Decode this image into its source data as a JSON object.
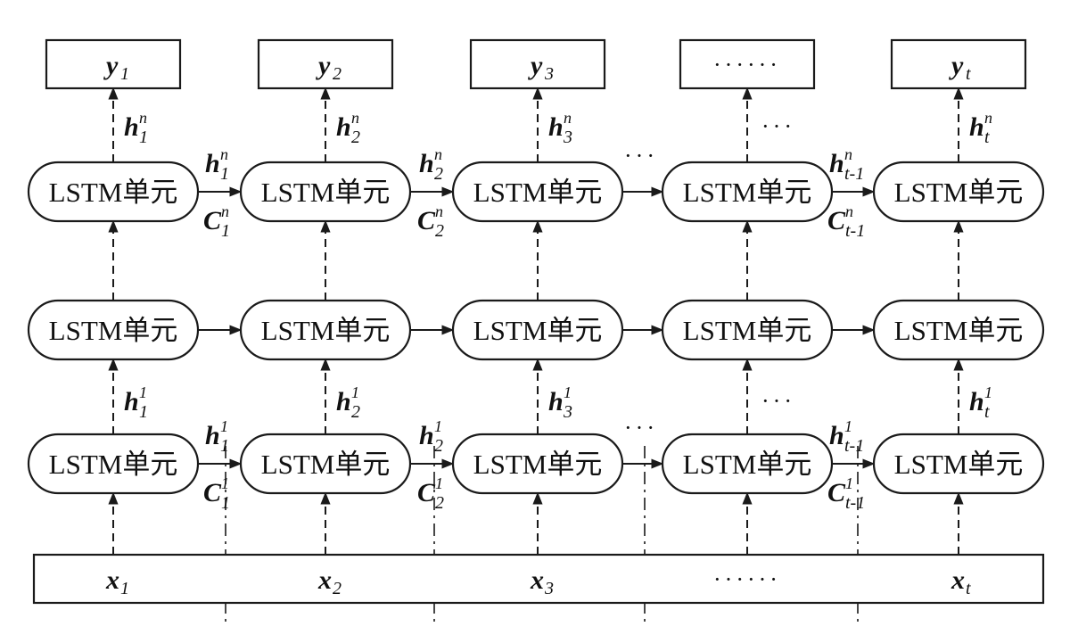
{
  "diagram": {
    "cell_label": "LSTM单元",
    "ellipsis_long": "······",
    "ellipsis_short": "···",
    "outputs": [
      {
        "v": "y",
        "s": "1"
      },
      {
        "v": "y",
        "s": "2"
      },
      {
        "v": "y",
        "s": "3"
      },
      {
        "v": "",
        "s": "",
        "dots": true
      },
      {
        "v": "y",
        "s": "t"
      }
    ],
    "inputs": [
      {
        "v": "x",
        "s": "1"
      },
      {
        "v": "x",
        "s": "2"
      },
      {
        "v": "x",
        "s": "3"
      },
      {
        "v": "",
        "s": "",
        "dots": true
      },
      {
        "v": "x",
        "s": "t"
      }
    ],
    "top_vertical_labels": [
      {
        "v": "h",
        "s": "1",
        "p": "n"
      },
      {
        "v": "h",
        "s": "2",
        "p": "n"
      },
      {
        "v": "h",
        "s": "3",
        "p": "n"
      },
      {
        "dots": true
      },
      {
        "v": "h",
        "s": "t",
        "p": "n"
      }
    ],
    "bottom_vertical_labels": [
      {
        "v": "h",
        "s": "1",
        "p": "1"
      },
      {
        "v": "h",
        "s": "2",
        "p": "1"
      },
      {
        "v": "h",
        "s": "3",
        "p": "1"
      },
      {
        "dots": true
      },
      {
        "v": "h",
        "s": "t",
        "p": "1"
      }
    ],
    "top_horizontal_labels": [
      {
        "h": {
          "v": "h",
          "s": "1",
          "p": "n"
        },
        "c": {
          "v": "C",
          "s": "1",
          "p": "n"
        }
      },
      {
        "h": {
          "v": "h",
          "s": "2",
          "p": "n"
        },
        "c": {
          "v": "C",
          "s": "2",
          "p": "n"
        }
      },
      {
        "dots": true
      },
      {
        "h": {
          "v": "h",
          "s": "t-1",
          "p": "n"
        },
        "c": {
          "v": "C",
          "s": "t-1",
          "p": "n"
        }
      }
    ],
    "bottom_horizontal_labels": [
      {
        "h": {
          "v": "h",
          "s": "1",
          "p": "1"
        },
        "c": {
          "v": "C",
          "s": "1",
          "p": "1"
        }
      },
      {
        "h": {
          "v": "h",
          "s": "2",
          "p": "1"
        },
        "c": {
          "v": "C",
          "s": "2",
          "p": "1"
        }
      },
      {
        "dots": true
      },
      {
        "h": {
          "v": "h",
          "s": "t-1",
          "p": "1"
        },
        "c": {
          "v": "C",
          "s": "t-1",
          "p": "1"
        }
      }
    ]
  }
}
